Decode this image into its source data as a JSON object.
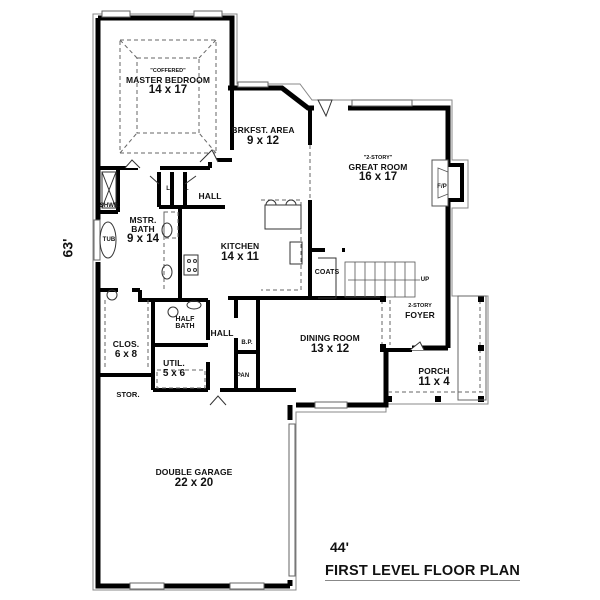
{
  "plan": {
    "title": "FIRST LEVEL FLOOR PLAN",
    "overall_width": "44'",
    "overall_depth": "63'",
    "colors": {
      "wall": "#000000",
      "outline": "#888888",
      "background": "#ffffff"
    }
  },
  "rooms": {
    "master_bedroom": {
      "note": "\"COFFERED\"",
      "name": "MASTER BEDROOM",
      "dims": "14 x 17"
    },
    "breakfast_area": {
      "name": "BRKFST. AREA",
      "dims": "9 x 12"
    },
    "great_room": {
      "note": "\"2-STORY\"",
      "name": "GREAT ROOM",
      "dims": "16 x 17"
    },
    "fireplace": {
      "name": "F/P"
    },
    "master_bath": {
      "name_line1": "MSTR.",
      "name_line2": "BATH",
      "dims": "9 x 14"
    },
    "shower": {
      "name": "SHWR."
    },
    "tub": {
      "name": "TUB"
    },
    "linen_1": {
      "name": "L."
    },
    "linen_2": {
      "name": "L."
    },
    "hall_upper": {
      "name": "HALL"
    },
    "kitchen": {
      "name": "KITCHEN",
      "dims": "14 x 11"
    },
    "coats": {
      "name": "COATS"
    },
    "stairs_up": {
      "name": "UP"
    },
    "foyer": {
      "note": "2-STORY",
      "name": "FOYER"
    },
    "closet": {
      "name": "CLOS.",
      "dims": "6 x 8"
    },
    "half_bath": {
      "name_line1": "HALF",
      "name_line2": "BATH"
    },
    "hall_lower": {
      "name": "HALL"
    },
    "butler_pantry": {
      "name": "B.P."
    },
    "pantry": {
      "name": "PAN"
    },
    "dining_room": {
      "name": "DINING ROOM",
      "dims": "13 x 12"
    },
    "utility": {
      "name": "UTIL.",
      "dims": "5 x 6"
    },
    "storage": {
      "name": "STOR."
    },
    "porch": {
      "name": "PORCH",
      "dims": "11 x 4"
    },
    "garage": {
      "name": "DOUBLE GARAGE",
      "dims": "22 x 20"
    }
  }
}
